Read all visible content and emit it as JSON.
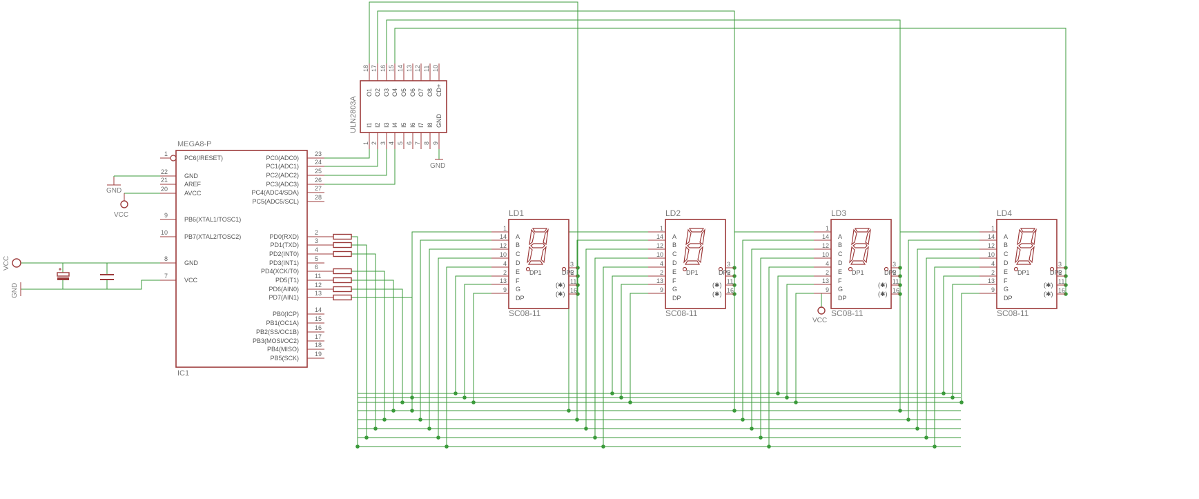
{
  "colors": {
    "component": "#9c3a3a",
    "wire": "#3a9a3a",
    "text": "#7a7a7a",
    "background": "#ffffff"
  },
  "ic1": {
    "part": "MEGA8-P",
    "name": "IC1",
    "left_pins": [
      {
        "num": "1",
        "name": "PC6(/RESET)"
      },
      {
        "num": "22",
        "name": "GND"
      },
      {
        "num": "21",
        "name": "AREF"
      },
      {
        "num": "20",
        "name": "AVCC"
      },
      {
        "num": "9",
        "name": "PB6(XTAL1/TOSC1)"
      },
      {
        "num": "10",
        "name": "PB7(XTAL2/TOSC2)"
      },
      {
        "num": "8",
        "name": "GND"
      },
      {
        "num": "7",
        "name": "VCC"
      }
    ],
    "right_pins": [
      {
        "num": "23",
        "name": "PC0(ADC0)"
      },
      {
        "num": "24",
        "name": "PC1(ADC1)"
      },
      {
        "num": "25",
        "name": "PC2(ADC2)"
      },
      {
        "num": "26",
        "name": "PC3(ADC3)"
      },
      {
        "num": "27",
        "name": "PC4(ADC4/SDA)"
      },
      {
        "num": "28",
        "name": "PC5(ADC5/SCL)"
      },
      {
        "num": "2",
        "name": "PD0(RXD)"
      },
      {
        "num": "3",
        "name": "PD1(TXD)"
      },
      {
        "num": "4",
        "name": "PD2(INT0)"
      },
      {
        "num": "5",
        "name": "PD3(INT1)"
      },
      {
        "num": "6",
        "name": "PD4(XCK/T0)"
      },
      {
        "num": "11",
        "name": "PD5(T1)"
      },
      {
        "num": "12",
        "name": "PD6(AIN0)"
      },
      {
        "num": "13",
        "name": "PD7(AIN1)"
      },
      {
        "num": "14",
        "name": "PB0(ICP)"
      },
      {
        "num": "15",
        "name": "PB1(OC1A)"
      },
      {
        "num": "16",
        "name": "PB2(SS/OC1B)"
      },
      {
        "num": "17",
        "name": "PB3(MOSI/OC2)"
      },
      {
        "num": "18",
        "name": "PB4(MISO)"
      },
      {
        "num": "19",
        "name": "PB5(SCK)"
      }
    ]
  },
  "uln": {
    "part": "ULN2803A",
    "top_nums": [
      "18",
      "17",
      "16",
      "15",
      "14",
      "13",
      "12",
      "11",
      "10"
    ],
    "top_names": [
      "O1",
      "O2",
      "O3",
      "O4",
      "O5",
      "O6",
      "O7",
      "O8",
      "CD+"
    ],
    "bottom_nums": [
      "1",
      "2",
      "3",
      "4",
      "5",
      "6",
      "7",
      "8",
      "9"
    ],
    "bottom_names": [
      "I1",
      "I2",
      "I3",
      "I4",
      "I5",
      "I6",
      "I7",
      "I8",
      "GND"
    ]
  },
  "power": {
    "vcc": "VCC",
    "gnd": "GND"
  },
  "displays": [
    {
      "name": "LD1",
      "part": "SC08-11"
    },
    {
      "name": "LD2",
      "part": "SC08-11"
    },
    {
      "name": "LD3",
      "part": "SC08-11"
    },
    {
      "name": "LD4",
      "part": "SC08-11"
    }
  ],
  "display_pins": {
    "left_nums": [
      "1",
      "14",
      "12",
      "10",
      "4",
      "2",
      "13",
      "9"
    ],
    "left_names": [
      "A",
      "B",
      "C",
      "D",
      "E",
      "F",
      "G",
      "DP"
    ],
    "right_nums": [
      "3",
      "5",
      "11",
      "16"
    ],
    "dp_labels": [
      "DP1",
      "DP2"
    ]
  }
}
